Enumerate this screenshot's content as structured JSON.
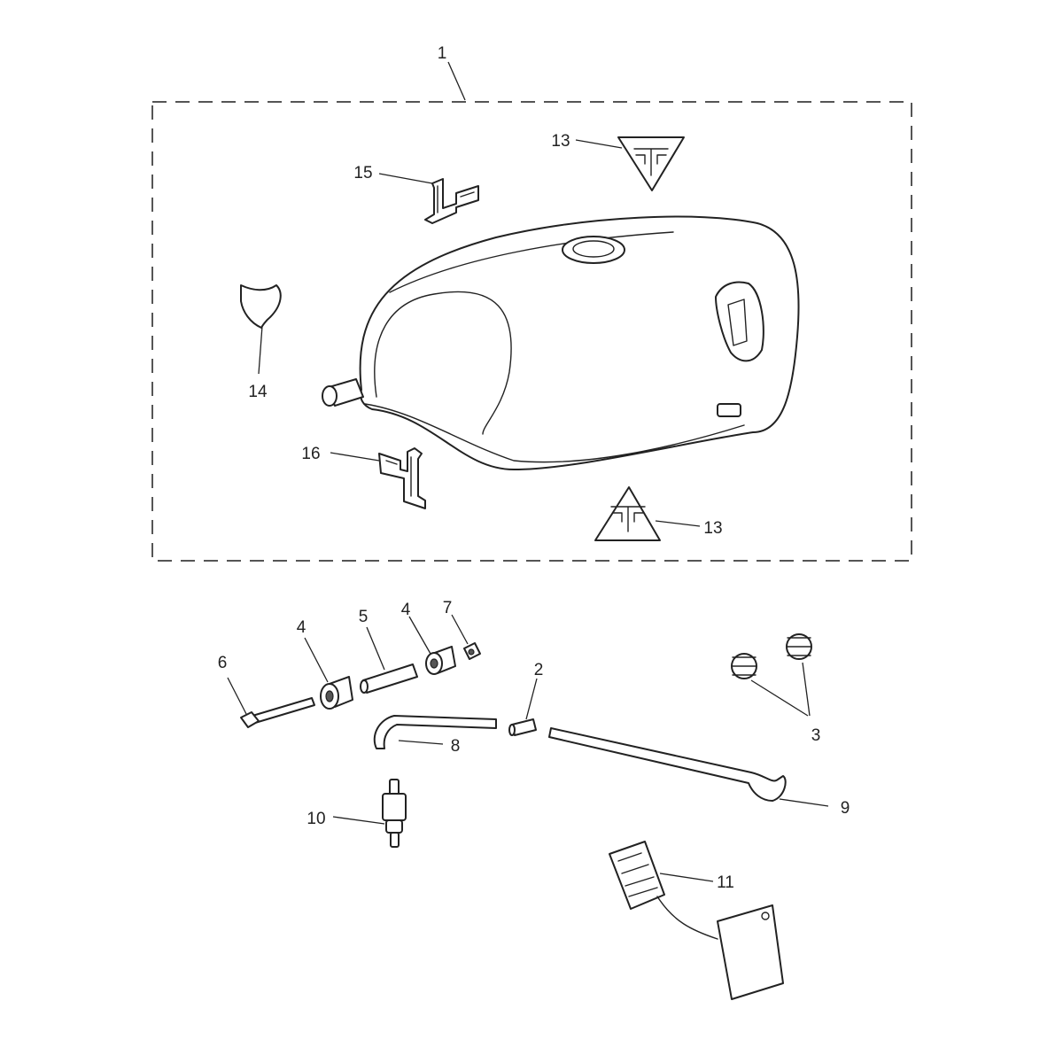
{
  "diagram": {
    "callouts": {
      "c1": "1",
      "c2": "2",
      "c3": "3",
      "c4a": "4",
      "c4b": "4",
      "c5": "5",
      "c6": "6",
      "c7": "7",
      "c8": "8",
      "c9": "9",
      "c10": "10",
      "c11": "11",
      "c13a": "13",
      "c13b": "13",
      "c14": "14",
      "c15": "15",
      "c16": "16"
    }
  }
}
